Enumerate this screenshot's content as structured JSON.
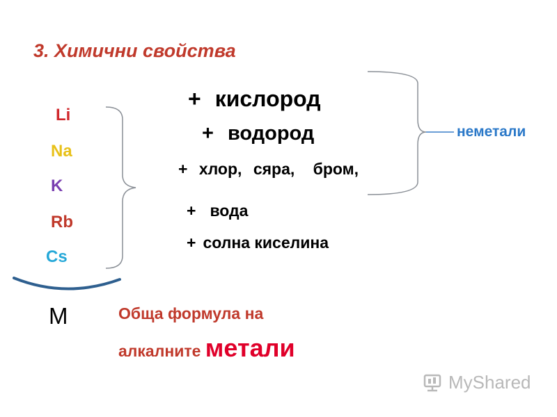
{
  "title": "3. Химични свойства",
  "elements": [
    {
      "symbol": "Li",
      "color": "#d0262b"
    },
    {
      "symbol": "Na",
      "color": "#e8c11a"
    },
    {
      "symbol": "K",
      "color": "#7a3fb0"
    },
    {
      "symbol": "Rb",
      "color": "#c0392b"
    },
    {
      "symbol": "Cs",
      "color": "#25a8d8"
    }
  ],
  "reactions": {
    "oxygen": {
      "plus": "+",
      "text": "кислород"
    },
    "hydrogen": {
      "plus": "+",
      "text": "водород"
    },
    "halogens": {
      "plus": "+",
      "chlorine": "хлор,",
      "sulfur": "сяра,",
      "bromine": "бром,"
    },
    "water": {
      "plus": "+",
      "text": "вода"
    },
    "acid": {
      "plus": "+",
      "text": "солна киселина"
    }
  },
  "nonmetals_label": "неметали",
  "metal_symbol": "M",
  "general_formula": {
    "line1": "Обща формула на",
    "line2": "алкалните",
    "big": "метали"
  },
  "watermark": "MyShared",
  "colors": {
    "title": "#c0392b",
    "bracket_gray": "#8a8f96",
    "nonmetals": "#2a78c8",
    "arc": "#2e5f8f"
  }
}
